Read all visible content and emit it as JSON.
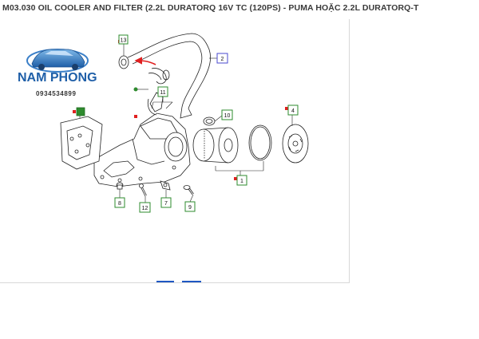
{
  "page": {
    "title": "M03.030 OIL COOLER AND FILTER (2.2L DURATORQ 16V TC (120PS) - PUMA HOẶC 2.2L DURATORQ-T"
  },
  "watermark": {
    "brand": "NAM PHONG",
    "phone": "0934534899"
  },
  "diagram": {
    "callouts": [
      {
        "id": "13",
        "color": "#2e8b2e"
      },
      {
        "id": "2",
        "color": "#4a4acf"
      },
      {
        "id": "11",
        "color": "#2e8b2e"
      },
      {
        "id": "10",
        "color": "#2e8b2e"
      },
      {
        "id": "4",
        "color": "#2e8b2e"
      },
      {
        "id": "1",
        "color": "#2e8b2e"
      },
      {
        "id": "8",
        "color": "#2e8b2e"
      },
      {
        "id": "12",
        "color": "#2e8b2e"
      },
      {
        "id": "7",
        "color": "#2e8b2e"
      },
      {
        "id": "9",
        "color": "#2e8b2e"
      }
    ]
  }
}
